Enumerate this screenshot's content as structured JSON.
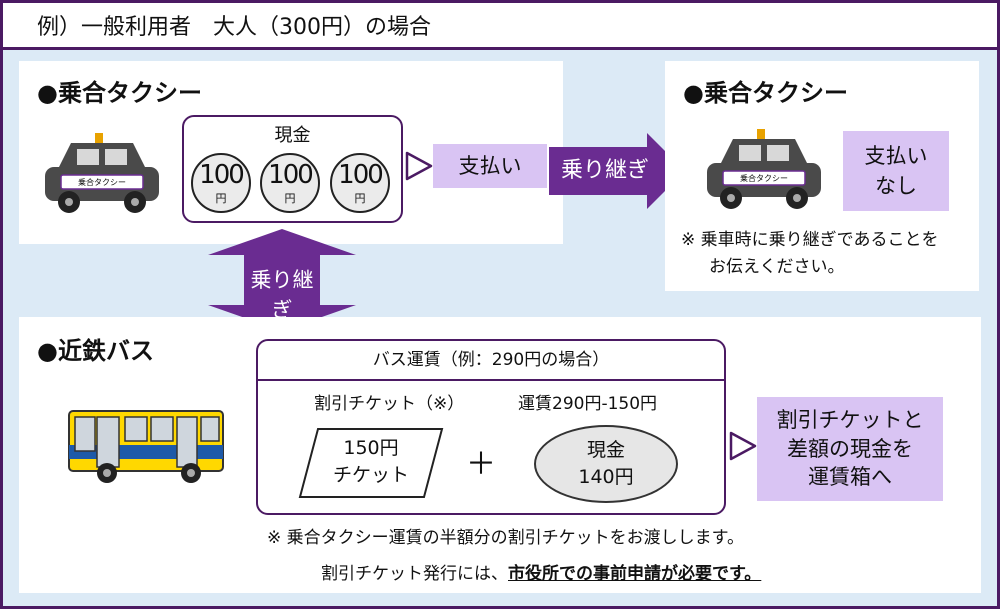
{
  "title": "例）一般利用者　大人（300円）の場合",
  "taxi_section": {
    "heading": "●乗合タクシー",
    "taxi_label": "乗合タクシー",
    "cash_label": "現金",
    "coins": [
      {
        "value": "100",
        "unit": "円"
      },
      {
        "value": "100",
        "unit": "円"
      },
      {
        "value": "100",
        "unit": "円"
      }
    ],
    "pay_label": "支払い"
  },
  "transfer_arrow_right": "乗り継ぎ",
  "transfer_arrow_vertical": "乗り継ぎ",
  "taxi2_section": {
    "heading": "●乗合タクシー",
    "taxi_label": "乗合タクシー",
    "no_pay_line1": "支払い",
    "no_pay_line2": "なし",
    "note_line1": "※ 乗車時に乗り継ぎであることを",
    "note_line2": "お伝えください。"
  },
  "bus_section": {
    "heading": "●近鉄バス",
    "fare_title": "バス運賃（例：290円の場合）",
    "ticket_caption": "割引チケット（※）",
    "fare_caption": "運賃290円-150円",
    "ticket_line1": "150円",
    "ticket_line2": "チケット",
    "plus": "＋",
    "cash_line1": "現金",
    "cash_line2": "140円",
    "result_line1": "割引チケットと",
    "result_line2": "差額の現金を",
    "result_line3": "運賃箱へ"
  },
  "footer": {
    "note1": "※ 乗合タクシー運賃の半額分の割引チケットをお渡しします。",
    "note2_prefix": "割引チケット発行には、",
    "note2_bold": "市役所での事前申請が必要です。"
  },
  "colors": {
    "frame": "#4b1a63",
    "arrow": "#6a2c91",
    "label_fill": "#d9c4f3",
    "background": "#dceaf6",
    "bus_body": "#ffd800",
    "bus_stripe": "#1e5aa8"
  }
}
